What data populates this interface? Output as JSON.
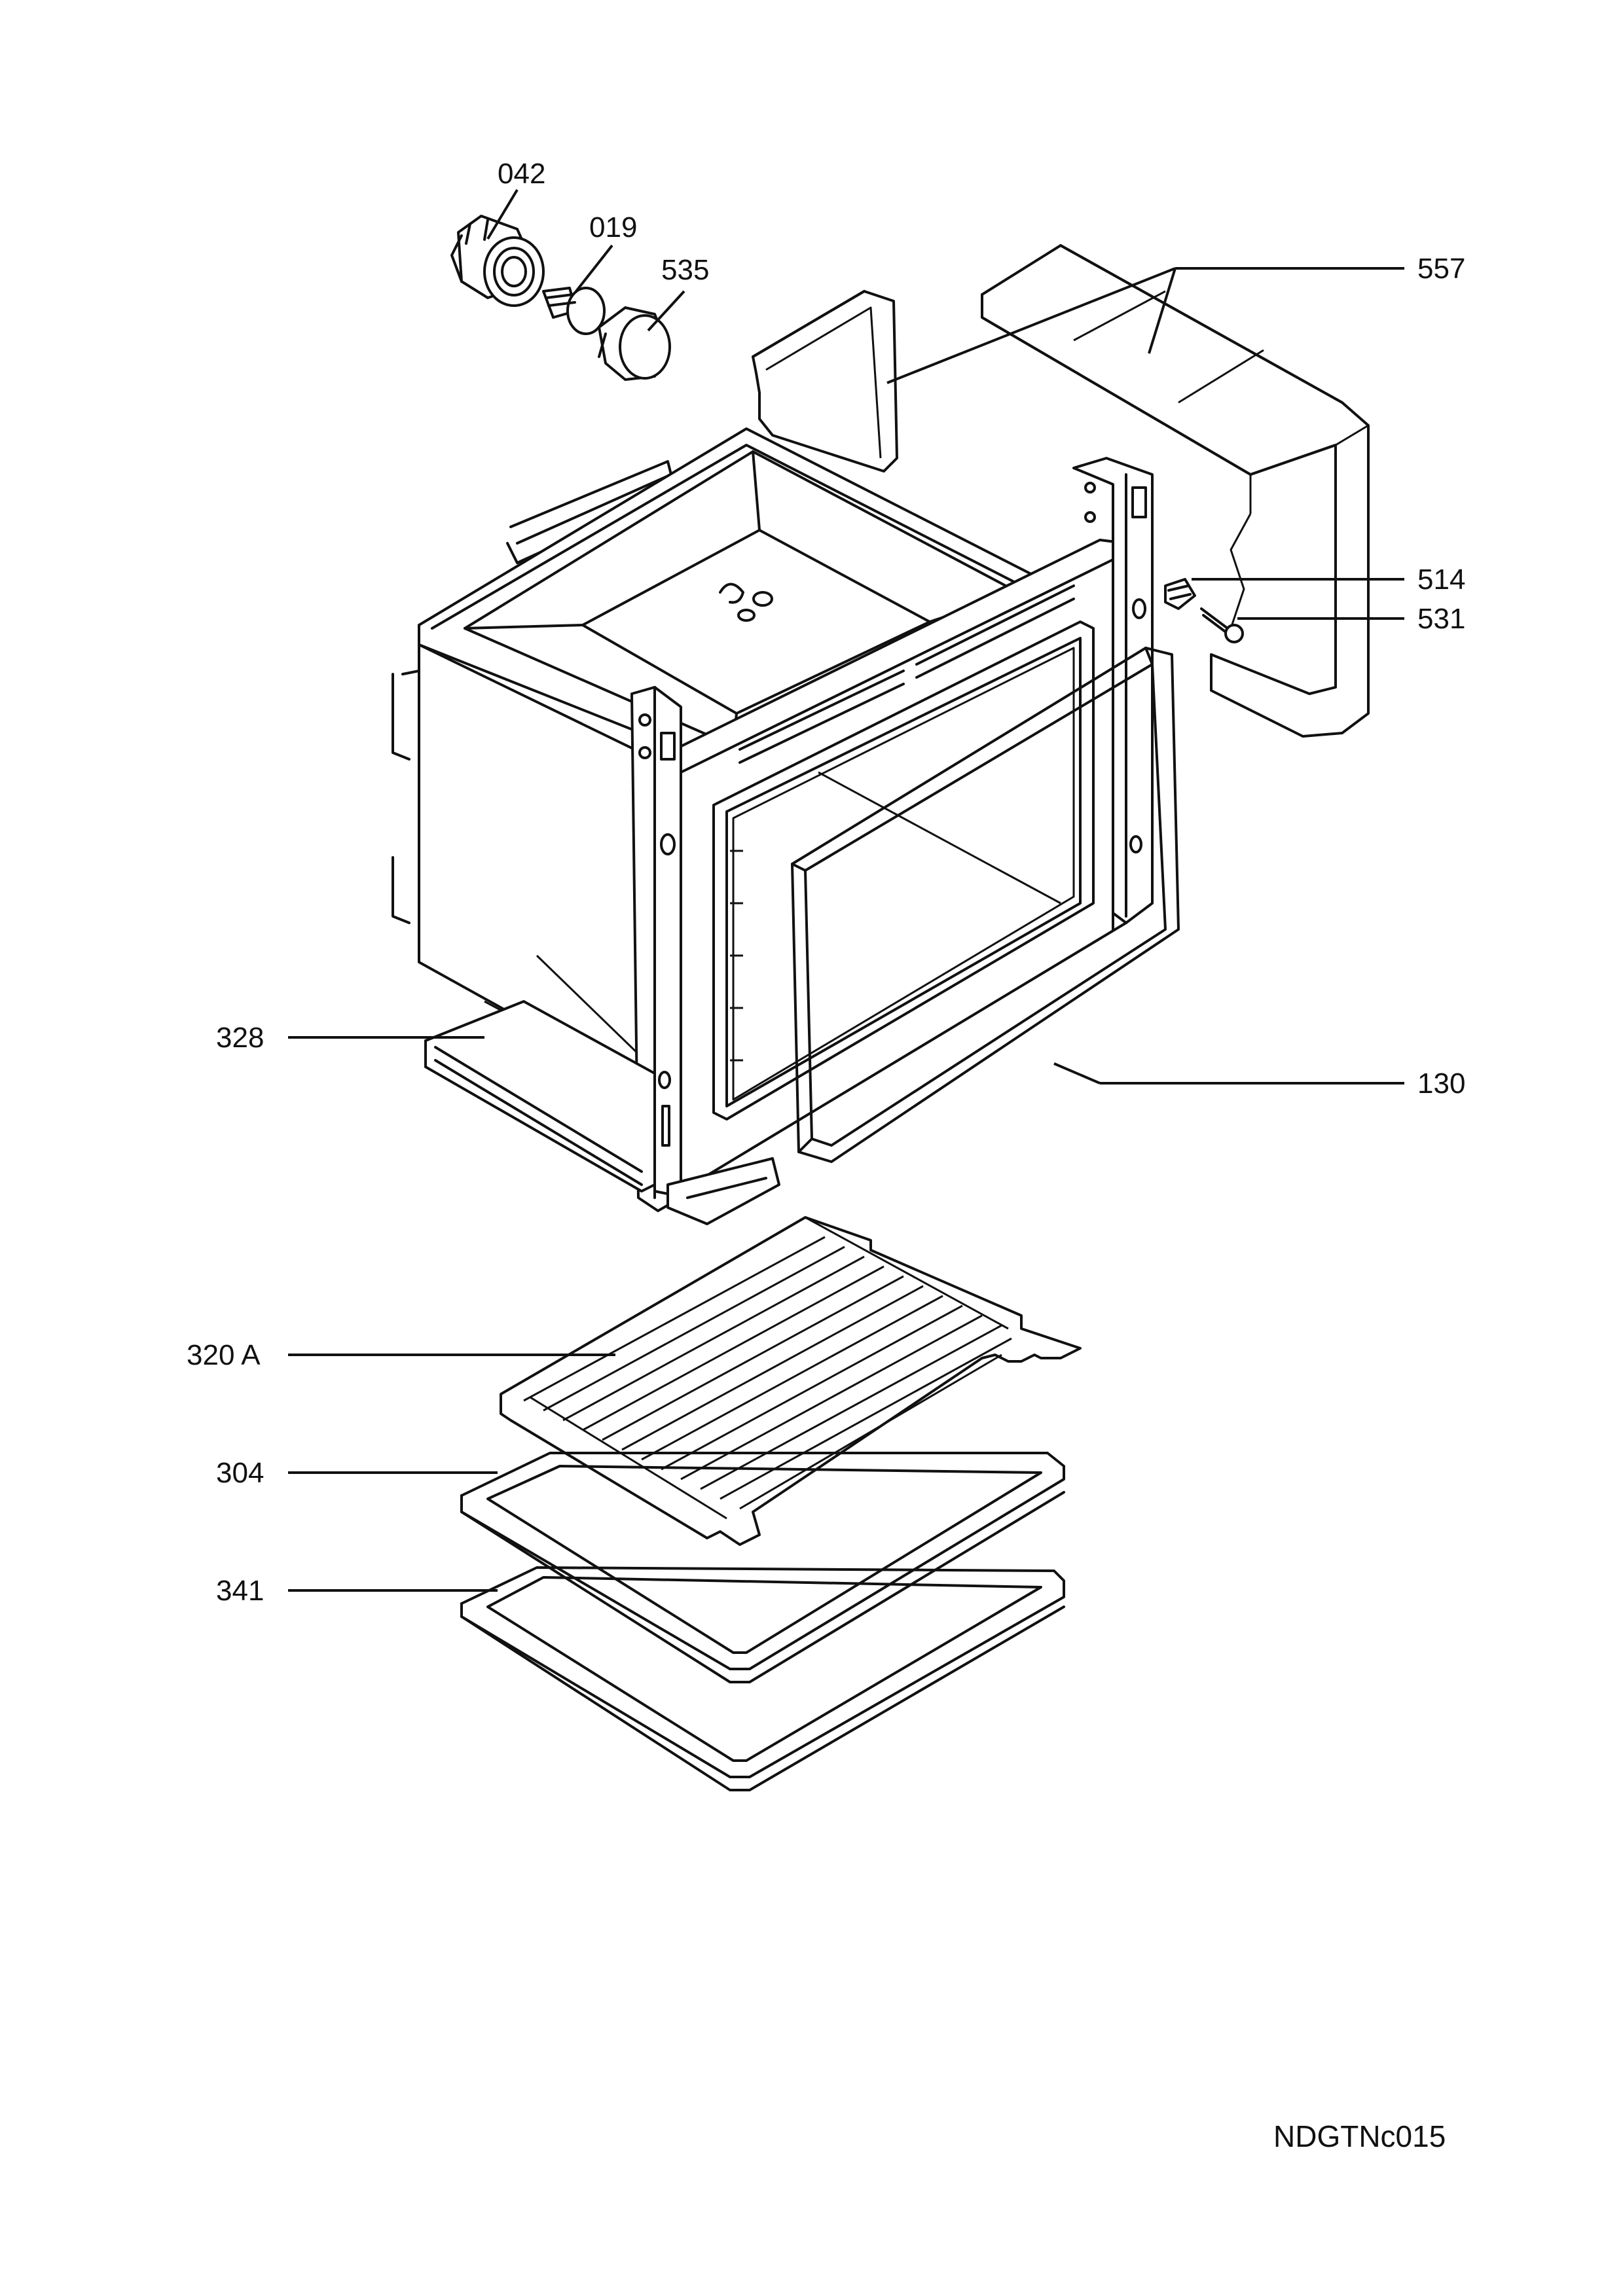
{
  "diagram": {
    "parts": [
      {
        "id": "p042",
        "number": "042"
      },
      {
        "id": "p019",
        "number": "019"
      },
      {
        "id": "p535",
        "number": "535"
      },
      {
        "id": "p557",
        "number": "557"
      },
      {
        "id": "p514",
        "number": "514"
      },
      {
        "id": "p531",
        "number": "531"
      },
      {
        "id": "p328",
        "number": "328"
      },
      {
        "id": "p130",
        "number": "130"
      },
      {
        "id": "p320a",
        "number": "320 A"
      },
      {
        "id": "p304",
        "number": "304"
      },
      {
        "id": "p341",
        "number": "341"
      }
    ],
    "drawing_code": "NDGTNc015"
  },
  "colors": {
    "ink": "#111111",
    "paper": "#ffffff"
  }
}
